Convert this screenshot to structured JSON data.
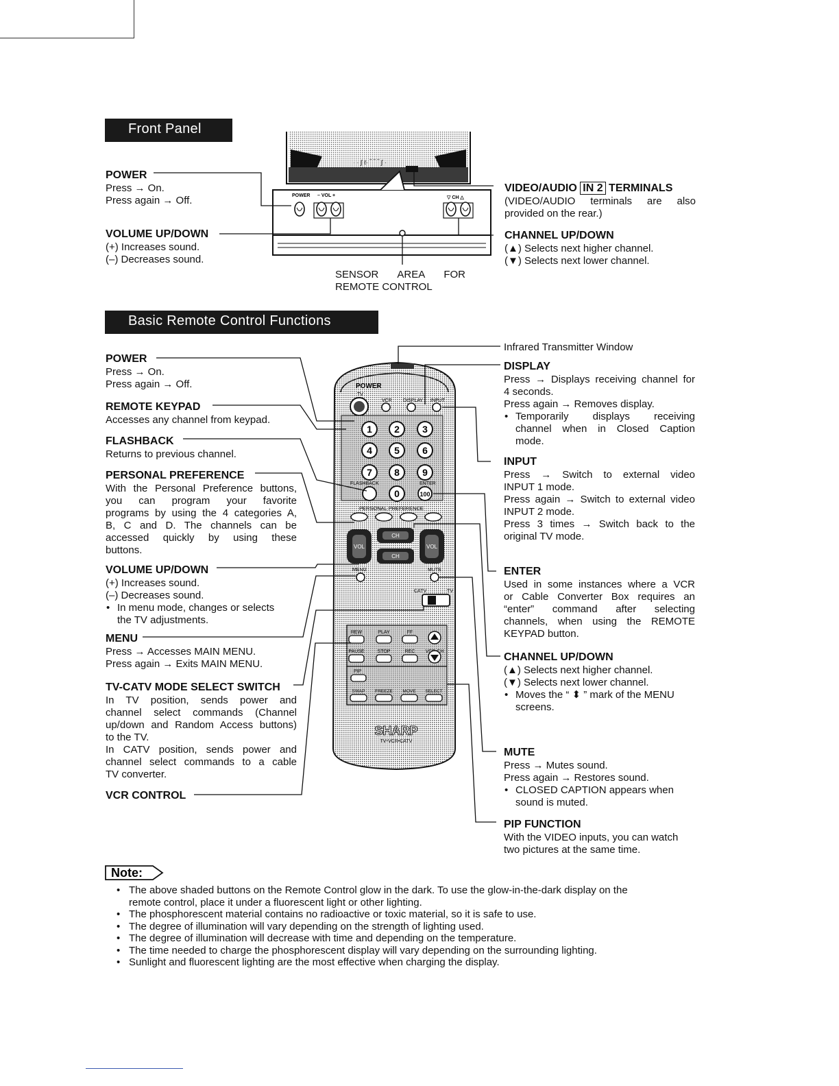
{
  "front_panel": {
    "title": "Front Panel",
    "power": {
      "head": "POWER",
      "lines": [
        "Press → On.",
        "Press again → Off."
      ]
    },
    "volume": {
      "head": "VOLUME UP/DOWN",
      "lines": [
        "(+) Increases sound.",
        "(–) Decreases sound."
      ]
    },
    "video_audio": {
      "head_pre": "VIDEO/AUDIO",
      "head_box": "IN 2",
      "head_post": "TERMINALS",
      "lines": [
        "(VIDEO/AUDIO terminals are also",
        "provided on the rear.)"
      ]
    },
    "channel": {
      "head": "CHANNEL UP/DOWN",
      "lines": [
        "(▲) Selects next higher channel.",
        "(▼) Selects next lower channel."
      ]
    },
    "sensor": [
      "SENSOR AREA FOR",
      "REMOTE CONTROL"
    ],
    "panel_labels": {
      "power": "POWER",
      "vol": "– VOL +",
      "ch": "▽ CH △"
    }
  },
  "remote": {
    "title": "Basic Remote Control Functions",
    "left": {
      "power": {
        "head": "POWER",
        "lines": [
          "Press → On.",
          "Press again → Off."
        ]
      },
      "keypad": {
        "head": "REMOTE KEYPAD",
        "lines": [
          "Accesses any channel from keypad."
        ]
      },
      "flashback": {
        "head": "FLASHBACK",
        "lines": [
          "Returns to previous channel."
        ]
      },
      "personal": {
        "head": "PERSONAL PREFERENCE",
        "lines": [
          "With the Personal Preference buttons,",
          "you can program your favorite",
          "programs by using the 4 categories A,",
          "B, C and D. The channels can be",
          "accessed quickly by using these",
          "buttons."
        ]
      },
      "volume": {
        "head": "VOLUME UP/DOWN",
        "lines": [
          "(+) Increases sound.",
          "(–) Decreases sound."
        ],
        "bullet": [
          "In menu mode, changes or selects",
          "the TV adjustments."
        ]
      },
      "menu": {
        "head": "MENU",
        "lines": [
          "Press → Accesses MAIN MENU.",
          "Press again → Exits MAIN MENU."
        ]
      },
      "tvcatv": {
        "head": "TV-CATV MODE SELECT SWITCH",
        "lines": [
          "In TV position, sends power and",
          "channel select commands (Channel",
          "up/down and Random Access buttons)",
          "to the TV.",
          "In CATV position, sends power and",
          "channel select commands to a cable",
          "TV converter."
        ]
      },
      "vcr": {
        "head": "VCR CONTROL"
      }
    },
    "right": {
      "infrared": "Infrared Transmitter Window",
      "display": {
        "head": "DISPLAY",
        "lines": [
          "Press → Displays receiving channel for",
          "4 seconds.",
          "Press again → Removes display."
        ],
        "bullet": [
          "Temporarily displays receiving",
          "channel when in Closed Caption",
          "mode."
        ]
      },
      "input": {
        "head": "INPUT",
        "lines": [
          "Press → Switch to external video",
          "INPUT 1 mode.",
          "Press again → Switch to external video",
          "INPUT 2 mode.",
          "Press 3 times → Switch back to the",
          "original TV mode."
        ]
      },
      "enter": {
        "head": "ENTER",
        "lines": [
          "Used in some instances where a VCR",
          "or Cable Converter Box requires an",
          "“enter” command after selecting",
          "channels, when using the REMOTE",
          "KEYPAD button."
        ]
      },
      "channel": {
        "head": "CHANNEL UP/DOWN",
        "lines": [
          "(▲) Selects next higher channel.",
          "(▼) Selects next lower channel."
        ],
        "bullet": [
          "Moves the “ ⬍ ” mark of the MENU",
          "screens."
        ]
      },
      "mute": {
        "head": "MUTE",
        "lines": [
          "Press → Mutes sound.",
          "Press again → Restores sound."
        ],
        "bullet": [
          "CLOSED CAPTION appears when",
          "sound is muted."
        ]
      },
      "pip": {
        "head": "PIP FUNCTION",
        "lines": [
          "With the VIDEO inputs, you can watch",
          "two pictures at the same time."
        ]
      }
    },
    "labels": {
      "power": "POWER",
      "tv": "TV",
      "vcr": "VCR",
      "display": "DISPLAY",
      "input": "INPUT",
      "keys": [
        "1",
        "2",
        "3",
        "4",
        "5",
        "6",
        "7",
        "8",
        "9",
        "0"
      ],
      "flashback": "FLASHBACK",
      "enter": "ENTER",
      "key100": "100",
      "personal": "PERSONAL PREFERENCE",
      "vol": "VOL",
      "ch": "CH",
      "menu": "MENU",
      "mute": "MUTE",
      "catv": "CATV",
      "tv2": "TV",
      "vcr_row1": [
        "REW",
        "PLAY",
        "FF"
      ],
      "vcr_row2": [
        "PAUSE",
        "STOP",
        "REC",
        "VCR CH"
      ],
      "pip": "PIP",
      "pip_row": [
        "SWAP",
        "FREEZE",
        "MOVE",
        "SELECT"
      ],
      "brand": "SHARP",
      "model": "TV•VCR•CATV"
    }
  },
  "note": {
    "label": "Note:",
    "items": [
      [
        "The above shaded buttons on the Remote Control glow in the dark. To use the glow-in-the-dark display on the",
        "remote control, place it under a fluorescent light or other lighting."
      ],
      [
        "The phosphorescent material contains no radioactive or toxic material, so it is safe to use."
      ],
      [
        "The degree of illumination will vary depending on the strength of lighting used."
      ],
      [
        "The degree of illumination will decrease with time and depending on the temperature."
      ],
      [
        "The time needed to charge the phosphorescent display will vary depending on the surrounding lighting."
      ],
      [
        "Sunlight and fluorescent lighting are the most effective when charging the display."
      ]
    ]
  }
}
